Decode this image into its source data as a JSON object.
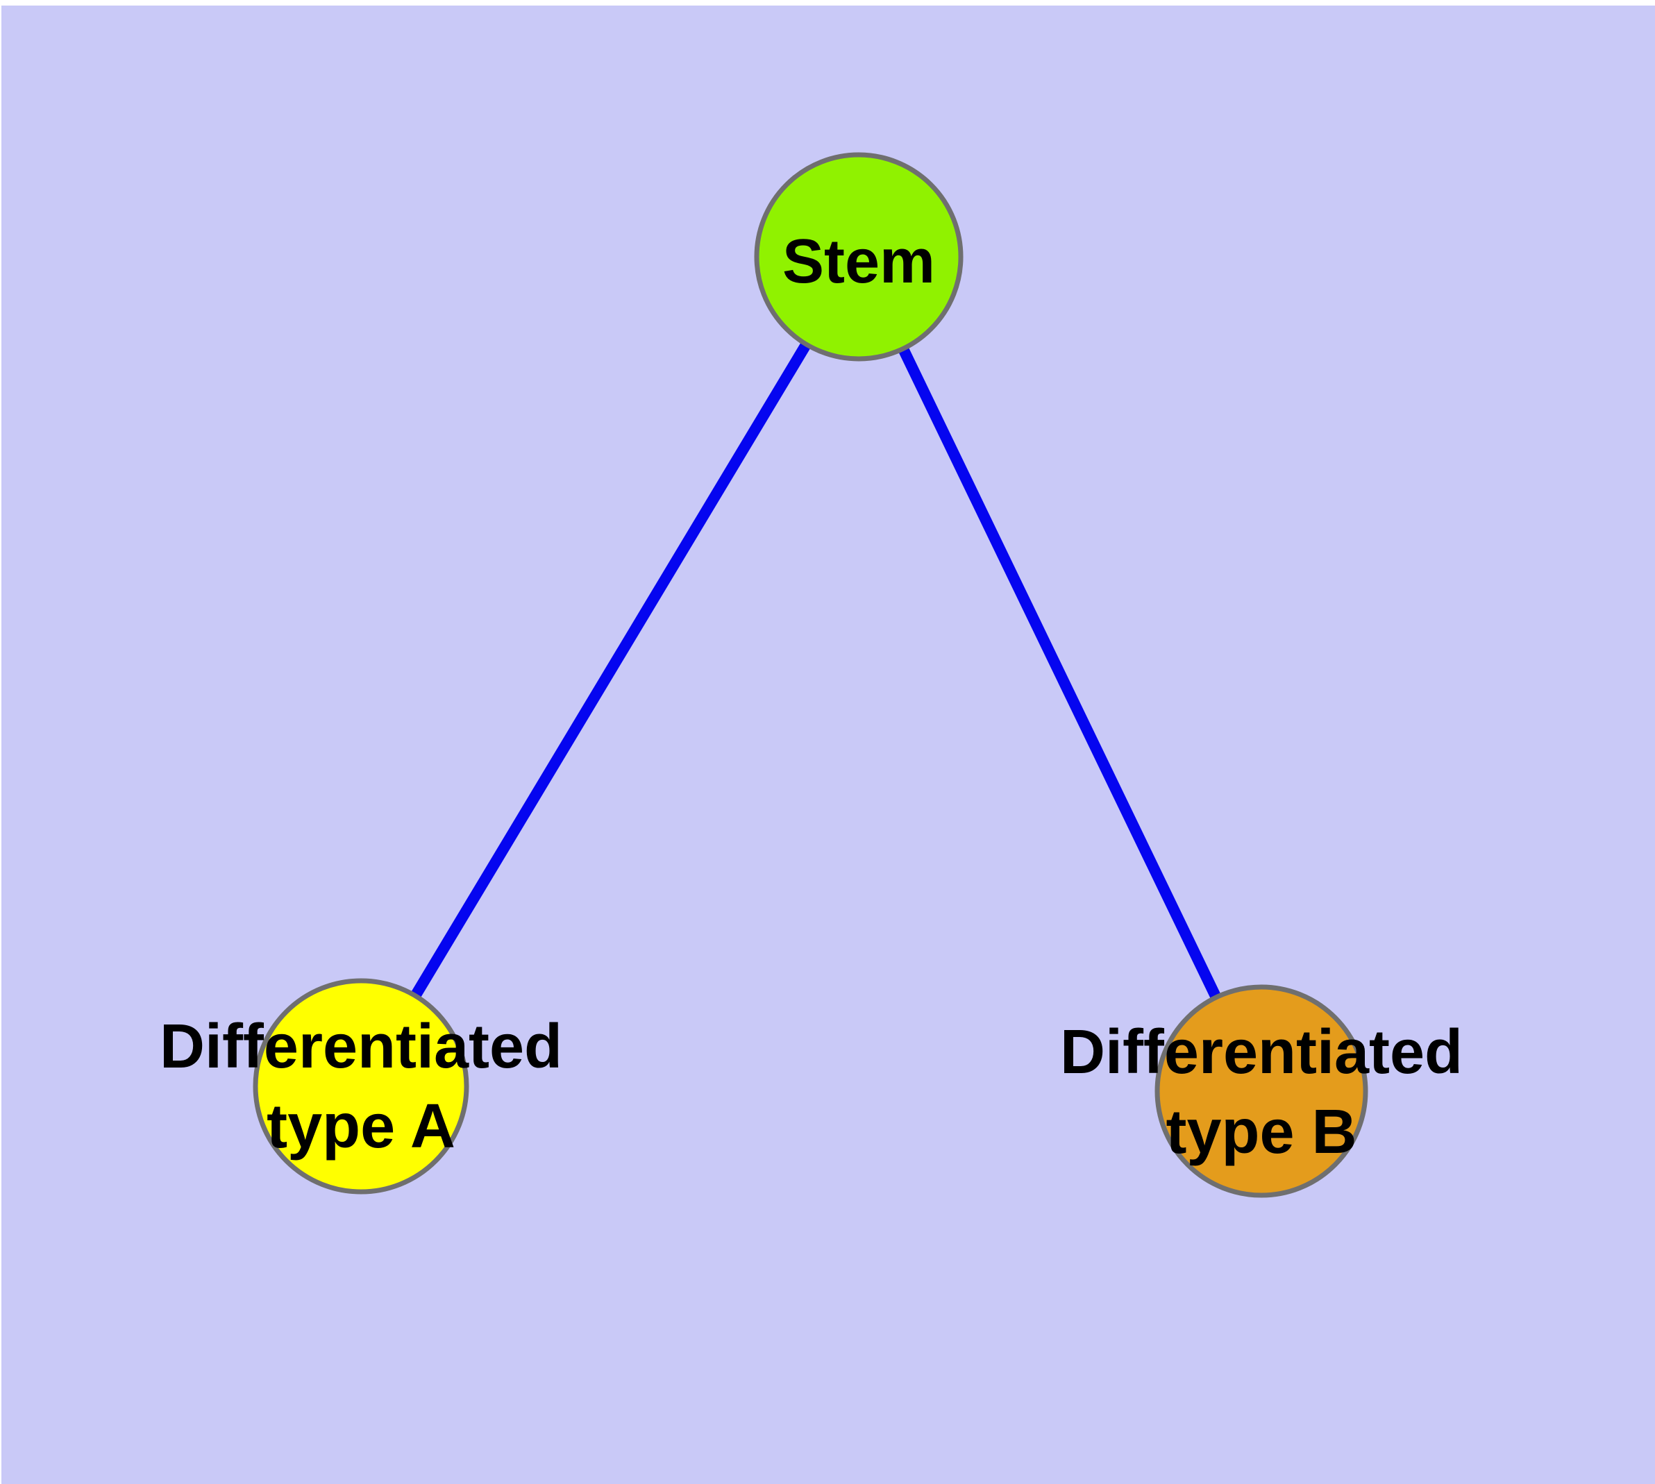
{
  "canvas": {
    "frame_color": "#ffffff",
    "background_color": "#c9c9f7"
  },
  "graph": {
    "edge_color": "#0505f0",
    "node_border_color": "#6f6f6f",
    "label_color": "#000000",
    "nodes": [
      {
        "id": "stem",
        "fill": "#90f200",
        "label": "Stem"
      },
      {
        "id": "differentiated-type-a",
        "fill": "#ffff00",
        "label": "Differentiated type A",
        "label_line1": "Differentiated",
        "label_line2": "type A"
      },
      {
        "id": "differentiated-type-b",
        "fill": "#e49c1c",
        "label": "Differentiated type B",
        "label_line1": "Differentiated",
        "label_line2": "type B"
      }
    ],
    "edges": [
      {
        "from": "stem",
        "to": "differentiated-type-a"
      },
      {
        "from": "stem",
        "to": "differentiated-type-b"
      }
    ]
  }
}
